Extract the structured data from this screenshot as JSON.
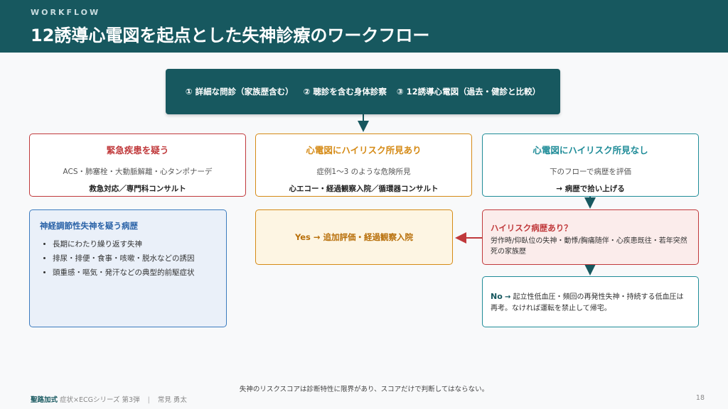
{
  "header": {
    "kicker": "WORKFLOW",
    "title": "12誘導心電図を起点とした失神診療のワークフロー"
  },
  "top_steps": [
    "① 詳細な問診（家族歴含む）",
    "② 聴診を含む身体診察",
    "③ 12誘導心電図（過去・健診と比較）"
  ],
  "cards": {
    "emergency": {
      "heading": "緊急疾患を疑う",
      "detail": "ACS・肺塞栓・大動脈解離・心タンポナーデ",
      "action": "救急対応／専門科コンサルト"
    },
    "ecg_high_risk": {
      "heading": "心電図にハイリスク所見あり",
      "detail": "症例1〜3 のような危険所見",
      "action": "心エコー・経過観察入院／循環器コンサルト"
    },
    "ecg_no_high_risk": {
      "heading": "心電図にハイリスク所見なし",
      "detail": "下のフローで病歴を評価",
      "action": "→ 病歴で拾い上げる"
    }
  },
  "neuro": {
    "heading": "神経調節性失神を疑う病歴",
    "items": [
      "長期にわたり繰り返す失神",
      "排尿・排便・食事・咳嗽・脱水などの誘因",
      "頭重感・嘔気・発汗などの典型的前駆症状"
    ]
  },
  "yes_box": {
    "text": "Yes → 追加評価・経過観察入院"
  },
  "history_risk": {
    "heading": "ハイリスク病歴あり？",
    "detail": "労作時/仰臥位の失神・動悸/胸痛随伴・心疾患既往・若年突然死の家族歴"
  },
  "no_box": {
    "label": "No",
    "arrow": "→",
    "detail": "起立性低血圧・頻回の再発性失神・持続する低血圧は再考。なければ運転を禁止して帰宅。"
  },
  "footnote": "失神のリスクスコアは診断特性に限界があり、スコアだけで判断してはならない。",
  "footer": {
    "brand": "聖路加式",
    "series": "症状×ECGシリーズ 第3弾",
    "separator": "|",
    "author": "常見 勇太",
    "page": "18"
  },
  "colors": {
    "header_bg": "#17585f",
    "emergency": "#c0393b",
    "high_risk": "#d58a15",
    "no_risk": "#1f8c98",
    "neuro": "#3b7bbf"
  }
}
